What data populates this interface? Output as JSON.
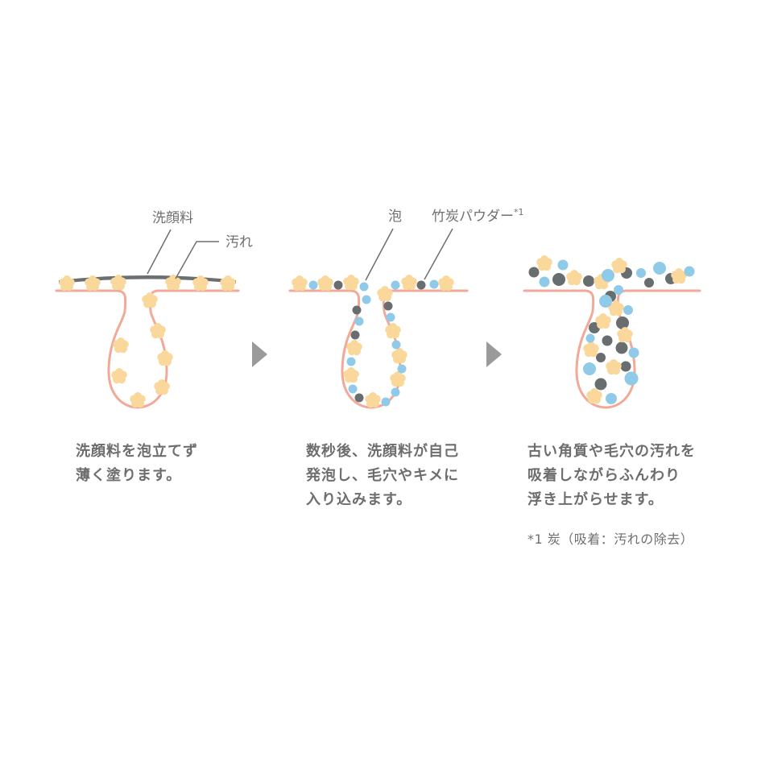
{
  "labels": {
    "face_wash": "洗顔料",
    "dirt": "汚れ",
    "foam": "泡",
    "bamboo_charcoal": "竹炭パウダー",
    "bamboo_charcoal_mark": "*1"
  },
  "captions": [
    {
      "lines": [
        "洗顔料を泡立てず",
        "薄く塗ります。"
      ]
    },
    {
      "lines": [
        "数秒後、洗顔料が自己",
        "発泡し、毛穴やキメに",
        "入り込みます。"
      ]
    },
    {
      "lines": [
        "古い角質や毛穴の汚れを",
        "吸着しながらふんわり",
        "浮き上がらせます。"
      ]
    }
  ],
  "footnote": "*1 炭（吸着：汚れの除去）",
  "icons": {
    "step_arrow": "triangle-right-arrow-icon",
    "dirt_particle": "flower-blob-icon",
    "foam_bubble": "circle-bubble-icon",
    "charcoal_particle": "circle-particle-icon"
  },
  "colors": {
    "skin_outline": "#f2a998",
    "dirt_particle": "#fad79b",
    "foam_bubble": "#8fcbe9",
    "charcoal_particle": "#686d6f",
    "face_wash_layer": "#6b6f72",
    "arrow": "#9a9a9a",
    "text": "#6d6d6d"
  }
}
